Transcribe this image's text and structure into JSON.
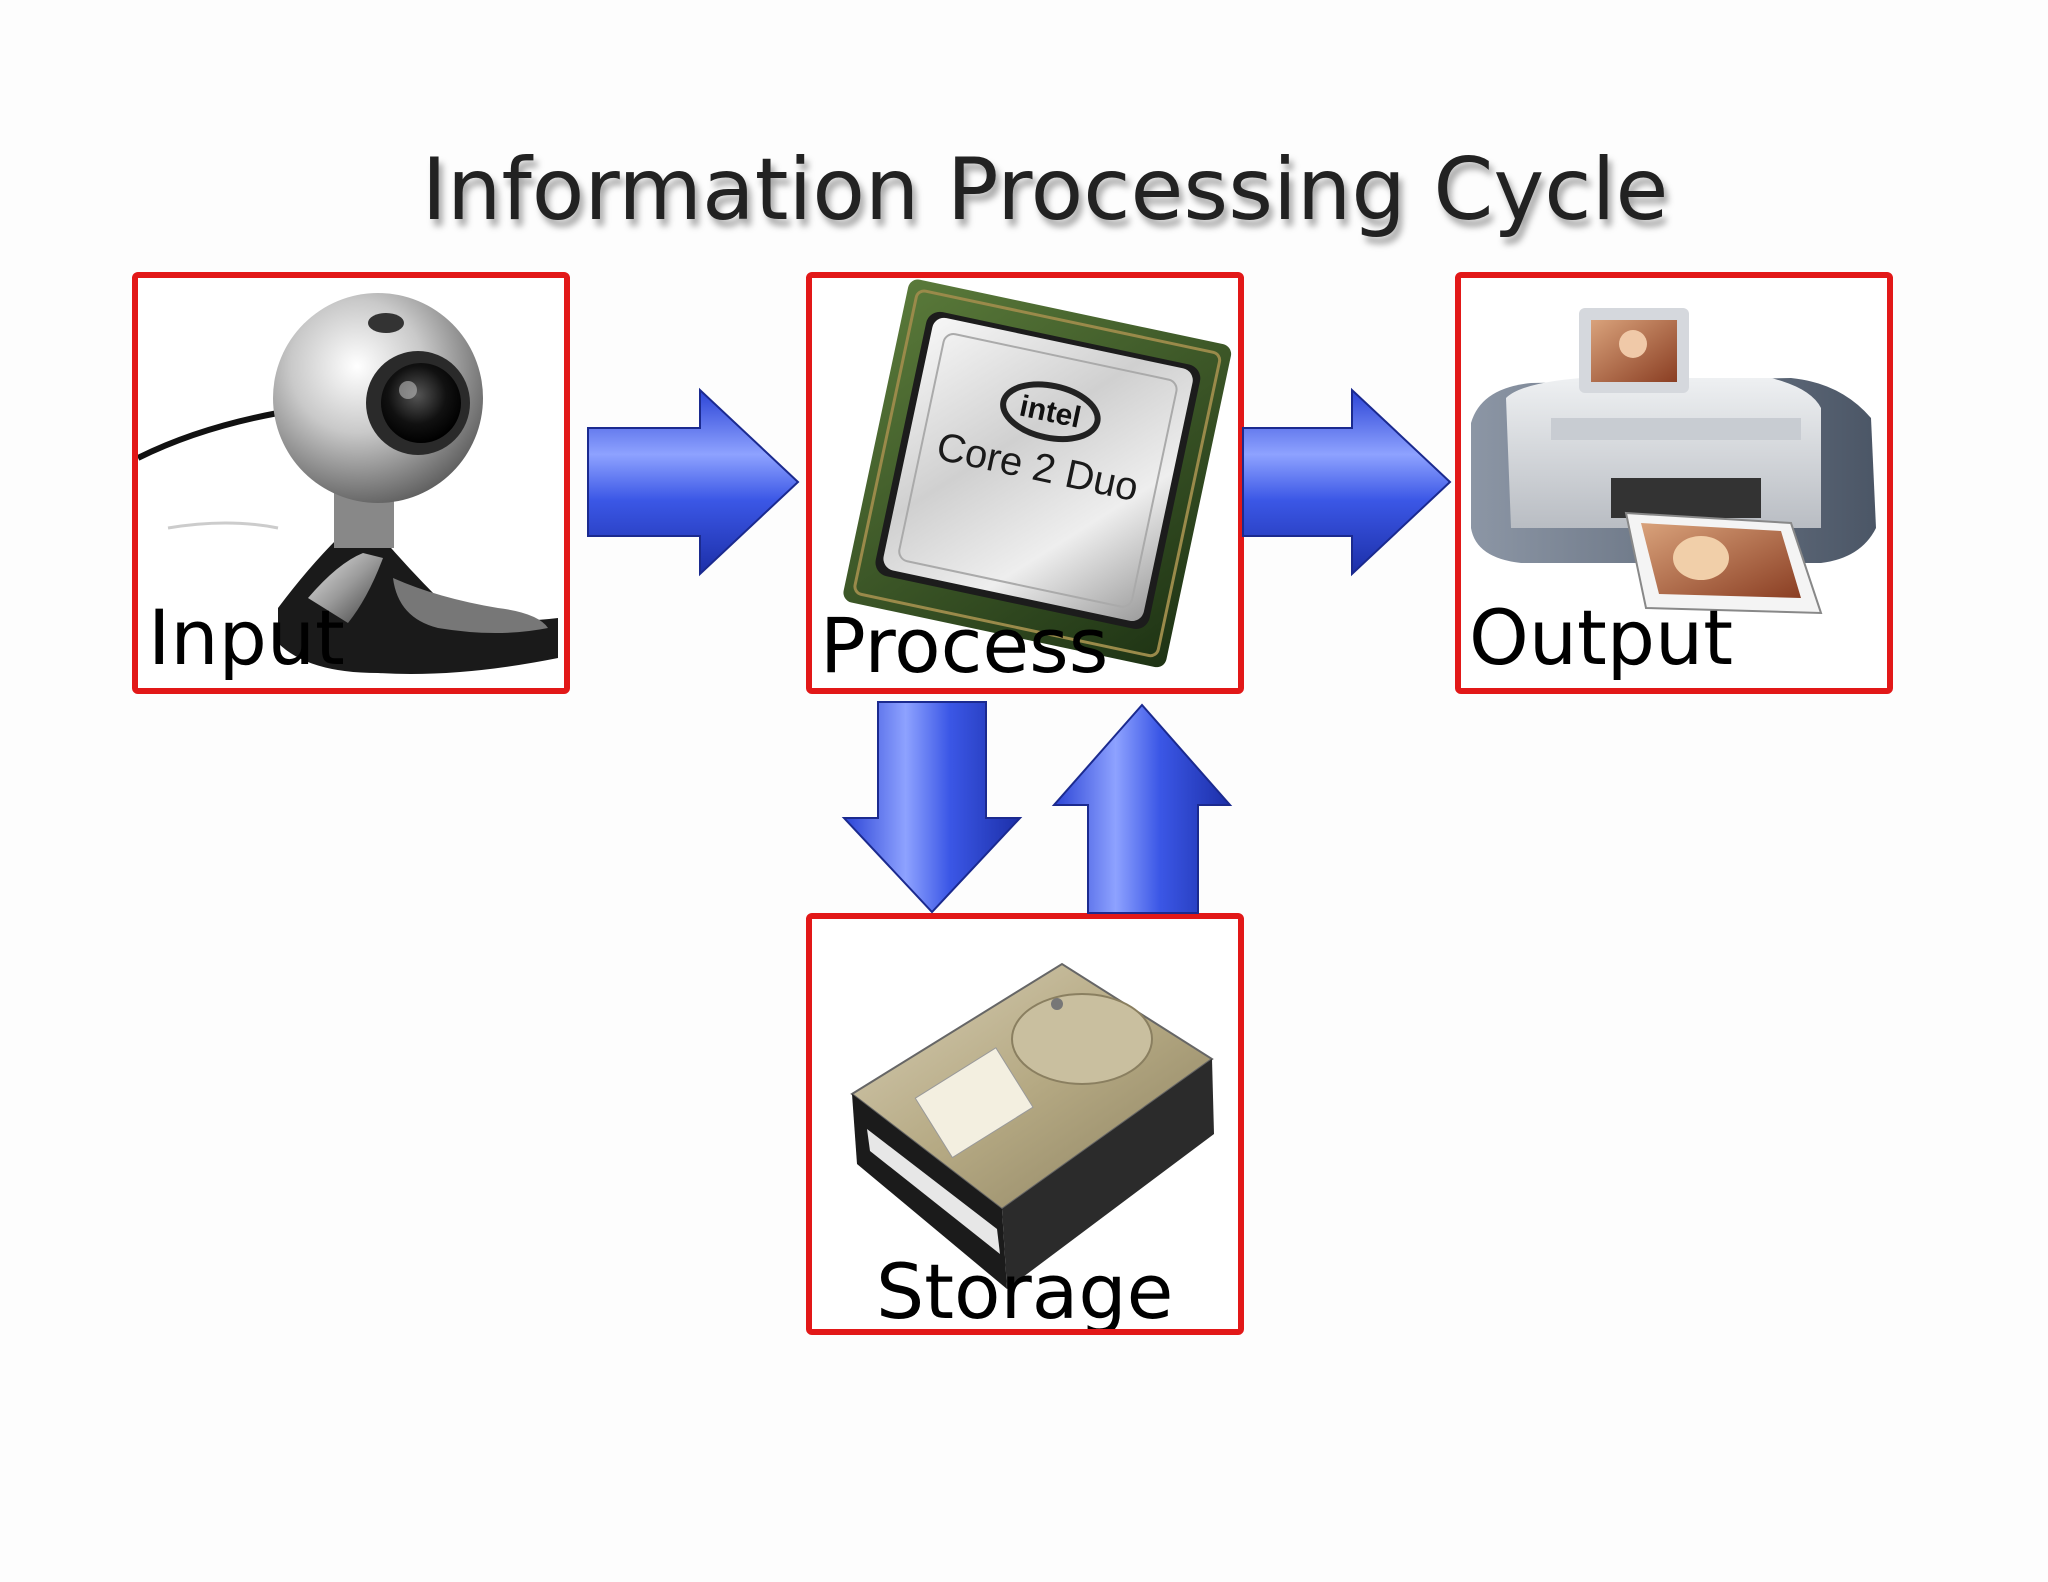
{
  "title": "Information Processing Cycle",
  "nodes": {
    "input": {
      "label": "Input",
      "icon": "webcam-icon"
    },
    "process": {
      "label": "Process",
      "icon": "cpu-chip-icon",
      "chip_brand": "intel",
      "chip_model": "Core 2 Duo"
    },
    "output": {
      "label": "Output",
      "icon": "photo-printer-icon"
    },
    "storage": {
      "label": "Storage",
      "icon": "hard-drive-icon"
    }
  },
  "colors": {
    "box_border": "#e21818",
    "arrow_fill": "#2a46d8",
    "arrow_highlight": "#8aa0ff"
  }
}
